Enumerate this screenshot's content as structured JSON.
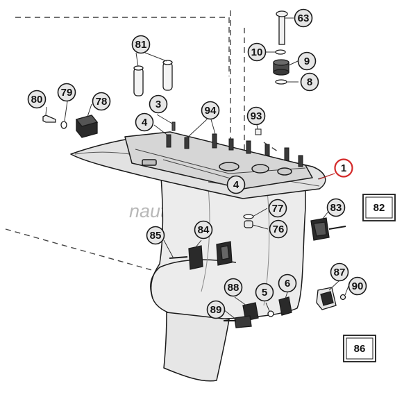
{
  "watermark": "nauticabasileu",
  "colors": {
    "line": "#1a1a1a",
    "fill_light": "#ececec",
    "fill_mid": "#d6d6d6",
    "fill_dark": "#2a2a2a",
    "callout_bg": "#e6e6e6",
    "highlight": "#d42a2a"
  },
  "callouts": [
    {
      "id": "63",
      "shape": "circle"
    },
    {
      "id": "10",
      "shape": "circle"
    },
    {
      "id": "9",
      "shape": "circle"
    },
    {
      "id": "8",
      "shape": "circle"
    },
    {
      "id": "81",
      "shape": "circle"
    },
    {
      "id": "80",
      "shape": "circle"
    },
    {
      "id": "79",
      "shape": "circle"
    },
    {
      "id": "78",
      "shape": "circle"
    },
    {
      "id": "3",
      "shape": "circle"
    },
    {
      "id": "4",
      "shape": "circle"
    },
    {
      "id": "94",
      "shape": "circle"
    },
    {
      "id": "93",
      "shape": "circle"
    },
    {
      "id": "1",
      "shape": "circle",
      "highlighted": true
    },
    {
      "id": "4",
      "shape": "circle"
    },
    {
      "id": "77",
      "shape": "circle"
    },
    {
      "id": "76",
      "shape": "circle"
    },
    {
      "id": "83",
      "shape": "circle"
    },
    {
      "id": "82",
      "shape": "box"
    },
    {
      "id": "85",
      "shape": "circle"
    },
    {
      "id": "84",
      "shape": "circle"
    },
    {
      "id": "88",
      "shape": "circle"
    },
    {
      "id": "5",
      "shape": "circle"
    },
    {
      "id": "6",
      "shape": "circle"
    },
    {
      "id": "87",
      "shape": "circle"
    },
    {
      "id": "90",
      "shape": "circle"
    },
    {
      "id": "89",
      "shape": "circle"
    },
    {
      "id": "86",
      "shape": "box"
    }
  ]
}
